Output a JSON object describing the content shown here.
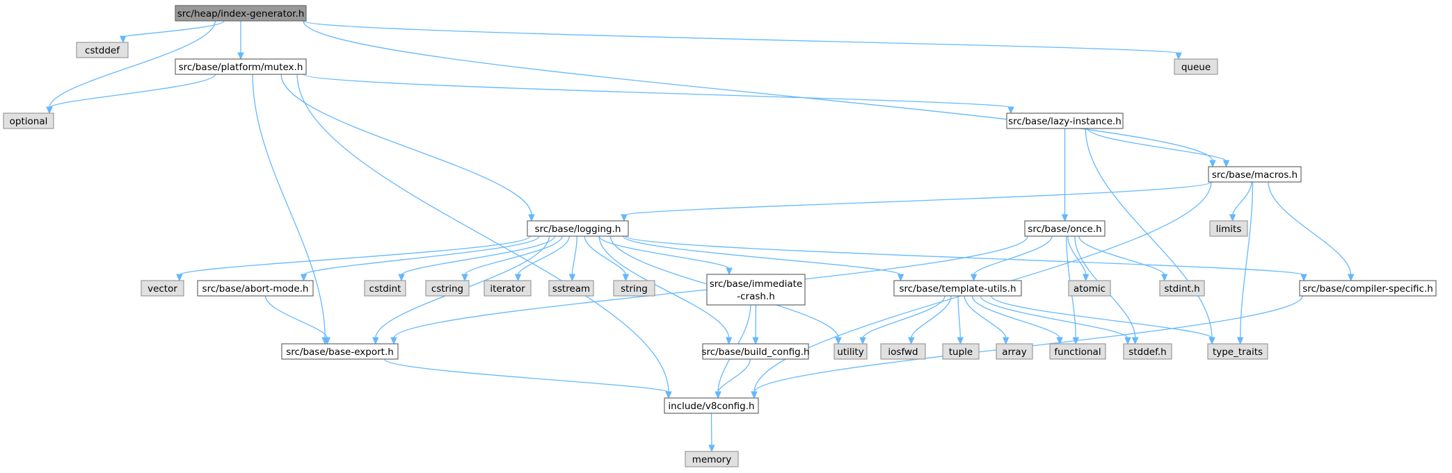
{
  "graph": {
    "nodes": [
      {
        "id": "n-index-generator",
        "label": "src/heap/index-generator.h",
        "kind": "root"
      },
      {
        "id": "n-cstddef",
        "label": "cstddef",
        "kind": "system"
      },
      {
        "id": "n-mutex",
        "label": "src/base/platform/mutex.h",
        "kind": "project"
      },
      {
        "id": "n-queue",
        "label": "queue",
        "kind": "system"
      },
      {
        "id": "n-optional",
        "label": "optional",
        "kind": "system"
      },
      {
        "id": "n-lazy-instance",
        "label": "src/base/lazy-instance.h",
        "kind": "project"
      },
      {
        "id": "n-macros",
        "label": "src/base/macros.h",
        "kind": "project"
      },
      {
        "id": "n-logging",
        "label": "src/base/logging.h",
        "kind": "project"
      },
      {
        "id": "n-once",
        "label": "src/base/once.h",
        "kind": "project"
      },
      {
        "id": "n-limits",
        "label": "limits",
        "kind": "system"
      },
      {
        "id": "n-vector",
        "label": "vector",
        "kind": "system"
      },
      {
        "id": "n-abort-mode",
        "label": "src/base/abort-mode.h",
        "kind": "project"
      },
      {
        "id": "n-cstdint",
        "label": "cstdint",
        "kind": "system"
      },
      {
        "id": "n-cstring",
        "label": "cstring",
        "kind": "system"
      },
      {
        "id": "n-iterator",
        "label": "iterator",
        "kind": "system"
      },
      {
        "id": "n-sstream",
        "label": "sstream",
        "kind": "system"
      },
      {
        "id": "n-string",
        "label": "string",
        "kind": "system"
      },
      {
        "id": "n-immediate-crash",
        "label": "src/base/immediate\n-crash.h",
        "kind": "project"
      },
      {
        "id": "n-template-utils",
        "label": "src/base/template-utils.h",
        "kind": "project"
      },
      {
        "id": "n-atomic",
        "label": "atomic",
        "kind": "system"
      },
      {
        "id": "n-stdint",
        "label": "stdint.h",
        "kind": "system"
      },
      {
        "id": "n-compiler-specific",
        "label": "src/base/compiler-specific.h",
        "kind": "project"
      },
      {
        "id": "n-base-export",
        "label": "src/base/base-export.h",
        "kind": "project"
      },
      {
        "id": "n-build-config",
        "label": "src/base/build_config.h",
        "kind": "project"
      },
      {
        "id": "n-utility",
        "label": "utility",
        "kind": "system"
      },
      {
        "id": "n-iosfwd",
        "label": "iosfwd",
        "kind": "system"
      },
      {
        "id": "n-tuple",
        "label": "tuple",
        "kind": "system"
      },
      {
        "id": "n-array",
        "label": "array",
        "kind": "system"
      },
      {
        "id": "n-functional",
        "label": "functional",
        "kind": "system"
      },
      {
        "id": "n-stddef",
        "label": "stddef.h",
        "kind": "system"
      },
      {
        "id": "n-type-traits",
        "label": "type_traits",
        "kind": "system"
      },
      {
        "id": "n-v8config",
        "label": "include/v8config.h",
        "kind": "project"
      },
      {
        "id": "n-memory",
        "label": "memory",
        "kind": "system"
      }
    ],
    "edges": [
      [
        "n-index-generator",
        "n-cstddef"
      ],
      [
        "n-index-generator",
        "n-mutex"
      ],
      [
        "n-index-generator",
        "n-queue"
      ],
      [
        "n-index-generator",
        "n-optional"
      ],
      [
        "n-index-generator",
        "n-macros"
      ],
      [
        "n-mutex",
        "n-optional"
      ],
      [
        "n-mutex",
        "n-lazy-instance"
      ],
      [
        "n-mutex",
        "n-logging"
      ],
      [
        "n-mutex",
        "n-base-export"
      ],
      [
        "n-mutex",
        "n-v8config"
      ],
      [
        "n-lazy-instance",
        "n-macros"
      ],
      [
        "n-lazy-instance",
        "n-once"
      ],
      [
        "n-lazy-instance",
        "n-type-traits"
      ],
      [
        "n-macros",
        "n-logging"
      ],
      [
        "n-macros",
        "n-limits"
      ],
      [
        "n-macros",
        "n-type-traits"
      ],
      [
        "n-macros",
        "n-compiler-specific"
      ],
      [
        "n-macros",
        "n-v8config"
      ],
      [
        "n-logging",
        "n-vector"
      ],
      [
        "n-logging",
        "n-abort-mode"
      ],
      [
        "n-logging",
        "n-cstdint"
      ],
      [
        "n-logging",
        "n-cstring"
      ],
      [
        "n-logging",
        "n-iterator"
      ],
      [
        "n-logging",
        "n-sstream"
      ],
      [
        "n-logging",
        "n-string"
      ],
      [
        "n-logging",
        "n-immediate-crash"
      ],
      [
        "n-logging",
        "n-template-utils"
      ],
      [
        "n-logging",
        "n-compiler-specific"
      ],
      [
        "n-logging",
        "n-base-export"
      ],
      [
        "n-logging",
        "n-build-config"
      ],
      [
        "n-logging",
        "n-utility"
      ],
      [
        "n-once",
        "n-template-utils"
      ],
      [
        "n-once",
        "n-atomic"
      ],
      [
        "n-once",
        "n-stdint"
      ],
      [
        "n-once",
        "n-functional"
      ],
      [
        "n-once",
        "n-stddef"
      ],
      [
        "n-once",
        "n-base-export"
      ],
      [
        "n-abort-mode",
        "n-base-export"
      ],
      [
        "n-immediate-crash",
        "n-build-config"
      ],
      [
        "n-immediate-crash",
        "n-v8config"
      ],
      [
        "n-template-utils",
        "n-utility"
      ],
      [
        "n-template-utils",
        "n-iosfwd"
      ],
      [
        "n-template-utils",
        "n-tuple"
      ],
      [
        "n-template-utils",
        "n-array"
      ],
      [
        "n-template-utils",
        "n-functional"
      ],
      [
        "n-template-utils",
        "n-stddef"
      ],
      [
        "n-template-utils",
        "n-type-traits"
      ],
      [
        "n-compiler-specific",
        "n-v8config"
      ],
      [
        "n-base-export",
        "n-v8config"
      ],
      [
        "n-build-config",
        "n-v8config"
      ],
      [
        "n-v8config",
        "n-memory"
      ]
    ]
  },
  "colors": {
    "root_fill": "#999999",
    "system_fill": "#e0e0e0",
    "project_fill": "#ffffff",
    "root_border": "#666666",
    "system_border": "#999999",
    "project_border": "#666666",
    "edge": "#63b8ff"
  }
}
